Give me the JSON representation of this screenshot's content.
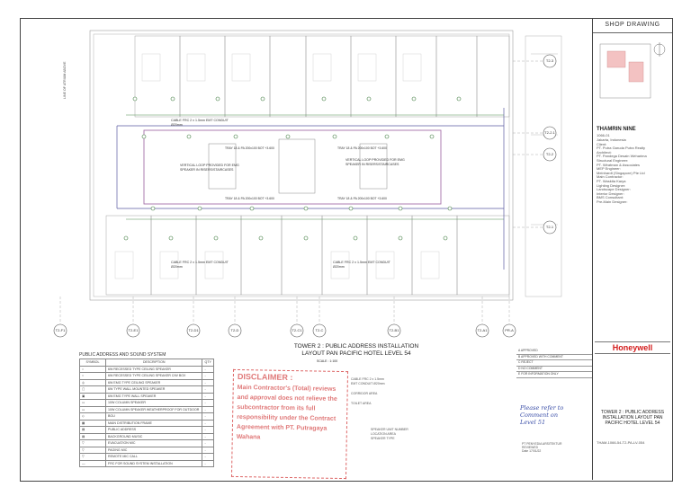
{
  "titleblock": {
    "header": "SHOP DRAWING",
    "project_name": "THAMRIN NINE",
    "project_no": "1066-01",
    "location": "Jakarta, Indonesia",
    "brand": "Honeywell",
    "drawing_title": "TOWER 2 : PUBLIC ADDRESS INSTALLATION LAYOUT PAN PACIFIC HOTEL LEVEL 54",
    "drawing_no": "THAM-1066-54-T2-PA-LV-054",
    "lines": [
      "Client:",
      "PT. Putra Garuda Putra Realty",
      "Architect:",
      "PT. Pandega Desain Weharima",
      "Structural Engineer:",
      "PT. Wiratman & Associates",
      "MEP Engineer:",
      "Meinhardt (Singapore) Pte Ltd",
      "Main Contractor:",
      "PT. Waskita Karya",
      "Lighting Designer:",
      "Landscape Designer:",
      "Interior Designer:",
      "BMS Consultant:",
      "Pre-Main Designer:"
    ]
  },
  "gridlines_top": [
    "T2-F1",
    "T2-E1",
    "T2-D1",
    "T2-D",
    "T2-C1",
    "T2-C",
    "T2-B1",
    "T2-A1",
    "PR-A"
  ],
  "gridlines_right": [
    "T2-3",
    "T2-2.1",
    "T2-2",
    "T2-1"
  ],
  "plan_labels": {
    "vertical_loop": "VERTICAL LOOP PROVIDED FOR EMG SPEAKER IN RISERS/STAIRCASES",
    "cable_note": "CABLE FRC 2 x 1.5mm EMT CONDUIT Ø20mm",
    "line_label": "LINE OF ATRIUM ABOVE",
    "tray_note": "TRAY 18 & PA 200x100 BOT +3.600"
  },
  "legend": {
    "title": "PUBLIC ADDRESS AND SOUND SYSTEM",
    "headers": [
      "SYMBOL",
      "DESCRIPTION",
      "QTY"
    ],
    "rows": [
      [
        "6W RECESSED TYPE CEILING SPEAKER",
        "-"
      ],
      [
        "6W RECESSED TYPE CEILING SPEAKER C/W BOX",
        "-"
      ],
      [
        "6W EMG TYPE CEILING SPEAKER",
        "-"
      ],
      [
        "6W TYPE WALL MOUNTED SPEAKER",
        "-"
      ],
      [
        "6W EMG TYPE WALL SPEAKER",
        "-"
      ],
      [
        "10W COLUMN SPEAKER",
        "-"
      ],
      [
        "10W COLUMN SPEAKER WEATHERPROOF FOR OUTDOOR",
        "-"
      ],
      [
        "BGU",
        "-"
      ],
      [
        "MAIN DISTRIBUTION FRAME",
        "-"
      ],
      [
        "PUBLIC ADDRESS",
        "-"
      ],
      [
        "BACKGROUND MUSIC",
        "-"
      ],
      [
        "EVACUATION MIC",
        "-"
      ],
      [
        "PAGING MIC",
        "-"
      ],
      [
        "REMOTE MIC CALL",
        "-"
      ],
      [
        "FRC FOR SOUND SYSTEM INSTALLATION",
        "-"
      ]
    ]
  },
  "title_block": {
    "line1": "TOWER 2 : PUBLIC ADDRESS INSTALLATION",
    "line2": "LAYOUT PAN PACIFIC HOTEL LEVEL 54",
    "scale": "SCALE : 1:100"
  },
  "disclaimer": {
    "title": "DISCLAIMER :",
    "body": "Main Contractor's (Total) reviews and approval does not relieve the subcontractor from its full responsibility under the Contract Agreement with PT. Putragaya Wahana"
  },
  "notes": [
    "CABLE FRC 2 x 1.5mm",
    "EMT CONDUIT Ø20mm",
    "CORRIDOR AREA",
    "TOILET AREA"
  ],
  "note_legend": [
    "SPEAKER UNIT NUMBER",
    "LOCATION AREA",
    "SPEAKER TYPE"
  ],
  "revisions": [
    "A  APPROVED",
    "B  APPROVED WITH COMMENT",
    "C  REJECT",
    "D  NO COMMENT",
    "E  FOR INFORMATION ONLY"
  ],
  "handwritten": [
    "Please refer to",
    "Comment on",
    "Level 51"
  ],
  "stamp": [
    "PT PENYEDIA ARSITEKTUR",
    "REVIEWED",
    "Date 17/01/22"
  ]
}
